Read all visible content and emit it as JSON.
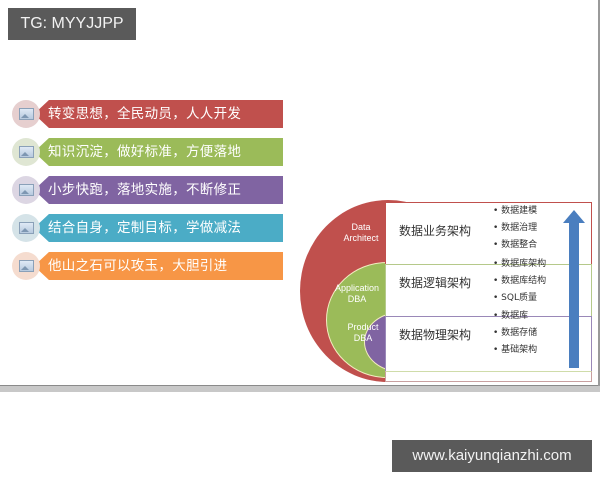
{
  "overlay": {
    "top_tag": "TG: MYYJJPP",
    "watermark": "www.kaiyunqianzhi.com"
  },
  "banners": [
    {
      "label": "转变思想，全民动员，人人开发",
      "color": "#c0504d",
      "circle_color": "#e6cfcf",
      "icon": "image-icon"
    },
    {
      "label": "知识沉淀，做好标准，方便落地",
      "color": "#9bbb59",
      "circle_color": "#dfe6d3",
      "icon": "image-icon"
    },
    {
      "label": "小步快跑，落地实施，不断修正",
      "color": "#8064a2",
      "circle_color": "#dcd6e3",
      "icon": "image-icon"
    },
    {
      "label": "结合自身，定制目标，学做减法",
      "color": "#4bacc6",
      "circle_color": "#d5e3e8",
      "icon": "image-icon"
    },
    {
      "label": "他山之石可以攻玉，大胆引进",
      "color": "#f79646",
      "circle_color": "#f5dccf",
      "icon": "image-icon"
    }
  ],
  "diagram": {
    "roles": [
      {
        "label_line1": "Data",
        "label_line2": "Architect",
        "color": "#c0504d"
      },
      {
        "label_line1": "Application",
        "label_line2": "DBA",
        "color": "#9bbb59"
      },
      {
        "label_line1": "Product",
        "label_line2": "DBA",
        "color": "#8064a2"
      }
    ],
    "layers": [
      {
        "title": "数据业务架构",
        "border_color": "#c0504d",
        "items": [
          "数据建模",
          "数据治理",
          "数据整合"
        ]
      },
      {
        "title": "数据逻辑架构",
        "border_color": "#9bbb59",
        "items": [
          "数据库架构",
          "数据库结构",
          "SQL质量"
        ]
      },
      {
        "title": "数据物理架构",
        "border_color": "#8064a2",
        "items": [
          "数据库",
          "数据存储",
          "基础架构"
        ]
      }
    ],
    "arrow_color": "#4a7ebf"
  }
}
